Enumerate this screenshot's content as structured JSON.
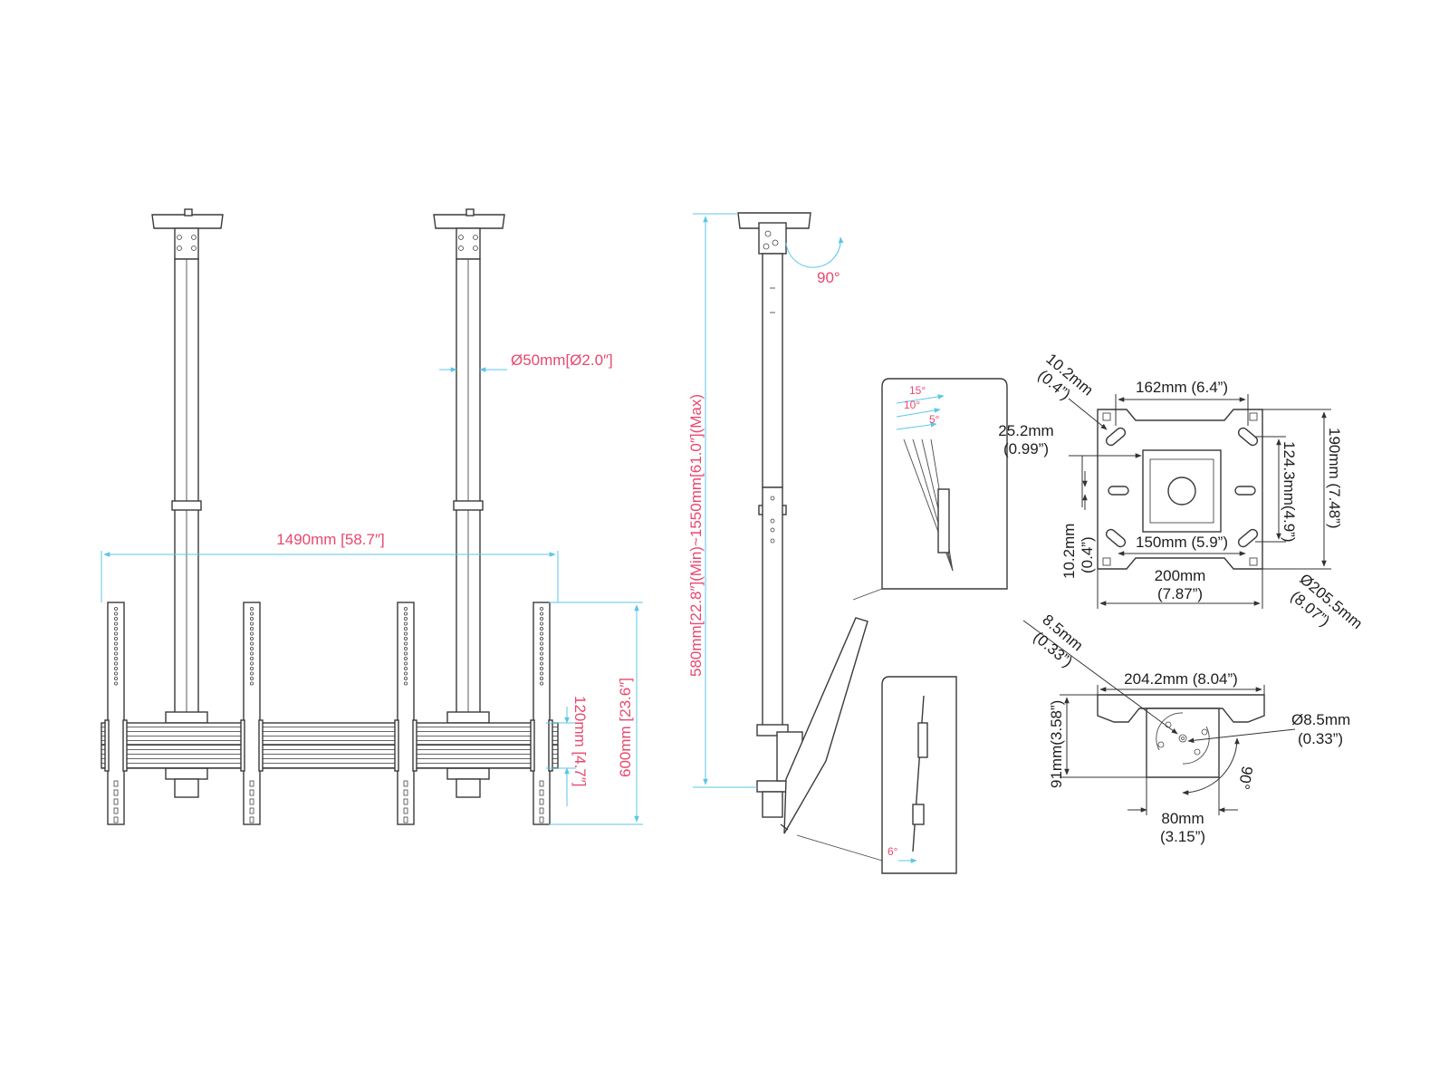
{
  "colors": {
    "line": "#3a3a3a",
    "dimension_line": "#5cc6e8",
    "dimension_text_front_side": "#e8486e",
    "dimension_text_plate": "#1e1e1e"
  },
  "front_view": {
    "total_width": "1490mm [58.7″]",
    "pole_diameter": "Ø50mm[Ø2.0″]",
    "rail_spacing": "120mm [4.7″]",
    "bracket_height": "600mm [23.6″]"
  },
  "side_view": {
    "pole_length": "580mm[22.8″](Min)~1550mm[61.0″](Max)",
    "swivel_angle": "90°",
    "tilt_detail": {
      "angle_15": "15°",
      "angle_10": "10°",
      "angle_5": "5°"
    },
    "tilt_detail_lower": {
      "angle_6": "6°"
    }
  },
  "ceiling_plate_top": {
    "slot_width": [
      "10.2mm",
      "(0.4”)"
    ],
    "slot_spacing_top": "162mm (6.4”)",
    "offset": [
      "25.2mm",
      "(0.99”)"
    ],
    "vertical_spacing": "124.3mm(4.9”)",
    "plate_height": "190mm  (7.48”)",
    "slot_height": [
      "10.2mm",
      "(0.4”)"
    ],
    "slot_spacing_bottom": "150mm (5.9”)",
    "plate_width": [
      "200mm",
      "(7.87”)"
    ],
    "diagonal": [
      "Ø205.5mm",
      "(8.07”)"
    ]
  },
  "ceiling_plate_side": {
    "hole": [
      "8.5mm",
      "(0.33”)"
    ],
    "width": "204.2mm (8.04”)",
    "height": "91mm(3.58”)",
    "hole_diameter": [
      "Ø8.5mm",
      "(0.33”)"
    ],
    "rotation": "90°",
    "bracket_width": [
      "80mm",
      "(3.15”)"
    ]
  }
}
